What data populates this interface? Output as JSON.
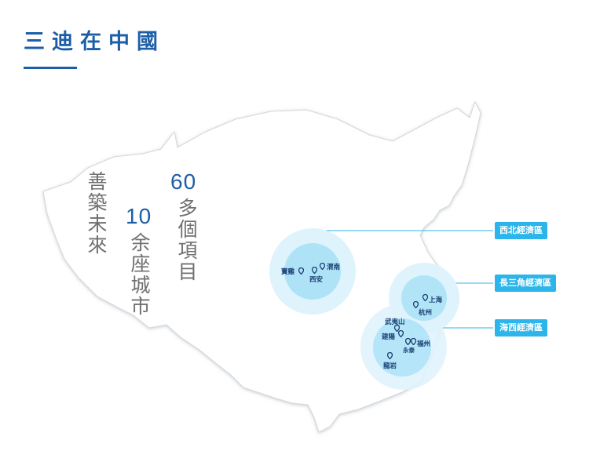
{
  "header": {
    "title": "三迪在中國"
  },
  "stats": {
    "tagline": "善築未來",
    "cities_count": "10",
    "cities_text": "余座城市",
    "projects_count": "60",
    "projects_text": "多個項目"
  },
  "regions": [
    {
      "label": "西北經濟區"
    },
    {
      "label": "長三角經濟區"
    },
    {
      "label": "海西經濟區"
    }
  ],
  "cities": {
    "baoji": "寶雞",
    "weinan": "渭南",
    "xian": "西安",
    "shanghai": "上海",
    "hangzhou": "杭州",
    "wuyishan": "武夷山",
    "jianyang": "建陽",
    "yongtai": "永泰",
    "fuzhou": "福州",
    "longyan": "龍岩"
  },
  "colors": {
    "brand": "#1c5fa8",
    "region_label_bg": "#2bb5ea",
    "circle_outer": "#dff3fc",
    "circle_inner": "#aee3f7"
  }
}
